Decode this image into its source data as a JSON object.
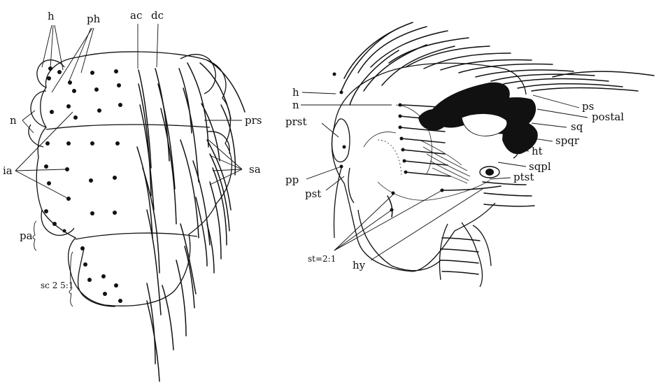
{
  "figures": {
    "dorsal": {
      "labels": {
        "h": "h",
        "ph": "ph",
        "ac": "ac",
        "dc": "dc",
        "n": "n",
        "prs": "prs",
        "ia": "ia",
        "sa": "sa",
        "pa": "pa",
        "sc": "sc 2 5:1"
      }
    },
    "lateral": {
      "labels": {
        "h": "h",
        "n": "n",
        "prst": "prst",
        "pp": "pp",
        "pst": "pst",
        "st": "st=2:1",
        "hy": "hy",
        "ps": "ps",
        "postal": "postal",
        "sq": "sq",
        "spqr": "spqr",
        "ht": "ht",
        "sqpl": "sqpl",
        "ptst": "ptst"
      }
    }
  }
}
